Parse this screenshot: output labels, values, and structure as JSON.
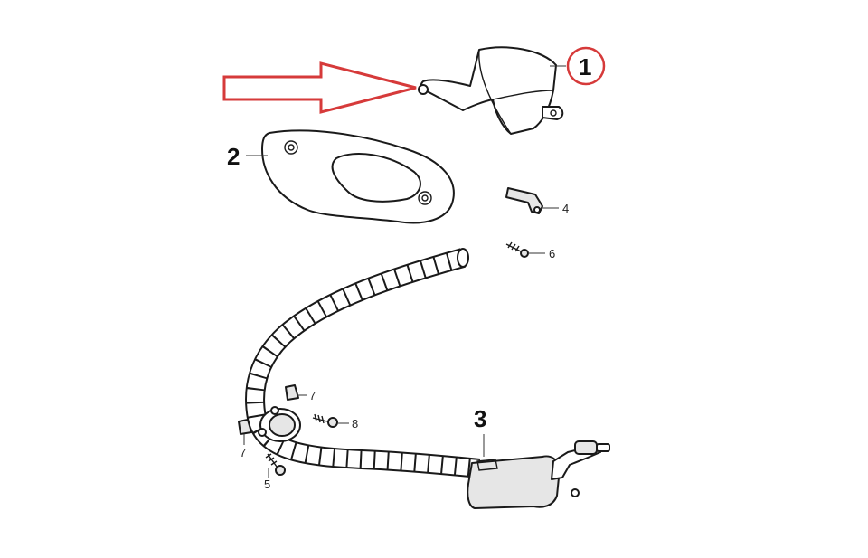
{
  "callouts": {
    "p1": "1",
    "p2": "2",
    "p3": "3",
    "p4": "4",
    "p5": "5",
    "p6": "6",
    "p7a": "7",
    "p7b": "7",
    "p8": "8"
  },
  "colors": {
    "highlight": "#d63a3a",
    "line": "#1a1a1a",
    "fill_grey": "#e6e6e6"
  },
  "highlight": {
    "target_part": "1",
    "arrow": "red-outline-arrow",
    "marker": "red-circle"
  }
}
